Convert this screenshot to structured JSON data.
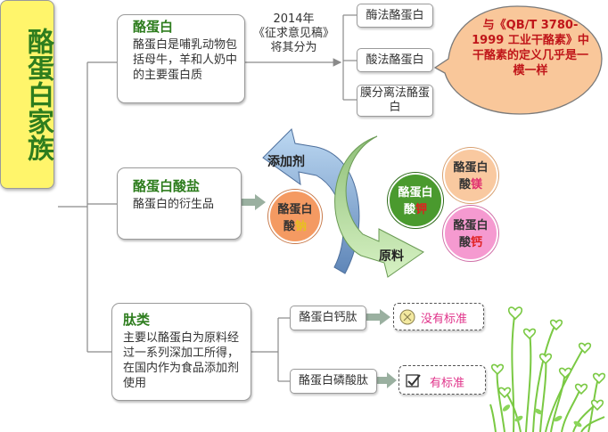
{
  "root": {
    "title": "酪蛋白家族"
  },
  "casein": {
    "title": "酪蛋白",
    "desc": "酪蛋白是哺乳动物包括母牛，羊和人奶中的主要蛋白质",
    "note_line1": "2014年",
    "note_line2": "《征求意见稿》",
    "note_line3": "将其分为",
    "methods": [
      "酶法酪蛋白",
      "酸法酪蛋白",
      "膜分离法酪蛋白"
    ],
    "bubble": "与《QB/T 3780-1999 工业干酪素》中干酪素的定义几乎是一模一样"
  },
  "caseinate": {
    "title": "酪蛋白酸盐",
    "desc": "酪蛋白的衍生品",
    "arrow_additive": "添加剂",
    "arrow_material": "原料",
    "sodium": {
      "line1": "酪蛋白",
      "prefix": "酸",
      "metal": "钠"
    },
    "potassium": {
      "line1": "酪蛋白",
      "prefix": "酸",
      "metal": "钾"
    },
    "magnesium": {
      "line1": "酪蛋白",
      "prefix": "酸",
      "metal": "镁"
    },
    "calcium": {
      "line1": "酪蛋白",
      "prefix": "酸",
      "metal": "钙"
    }
  },
  "peptide": {
    "title": "肽类",
    "desc": "主要以酪蛋白为原料经过一系列深加工所得，在国内作为食品添加剂使用",
    "items": [
      {
        "label": "酪蛋白钙肽",
        "status": "没有标准"
      },
      {
        "label": "酪蛋白磷酸肽",
        "status": "有标准"
      }
    ]
  },
  "colors": {
    "title_green": "#2e7d1e",
    "root_yellow": "#fff56b",
    "bubble_orange": "#f9c79a",
    "sodium": "#f49a62",
    "potassium": "#4a9a2e",
    "magnesium": "#f9c9a0",
    "calcium": "#f59ad0",
    "status_pink": "#e0338a",
    "arrow_blue": "#7ea7d8",
    "arrow_green": "#a8d890"
  }
}
